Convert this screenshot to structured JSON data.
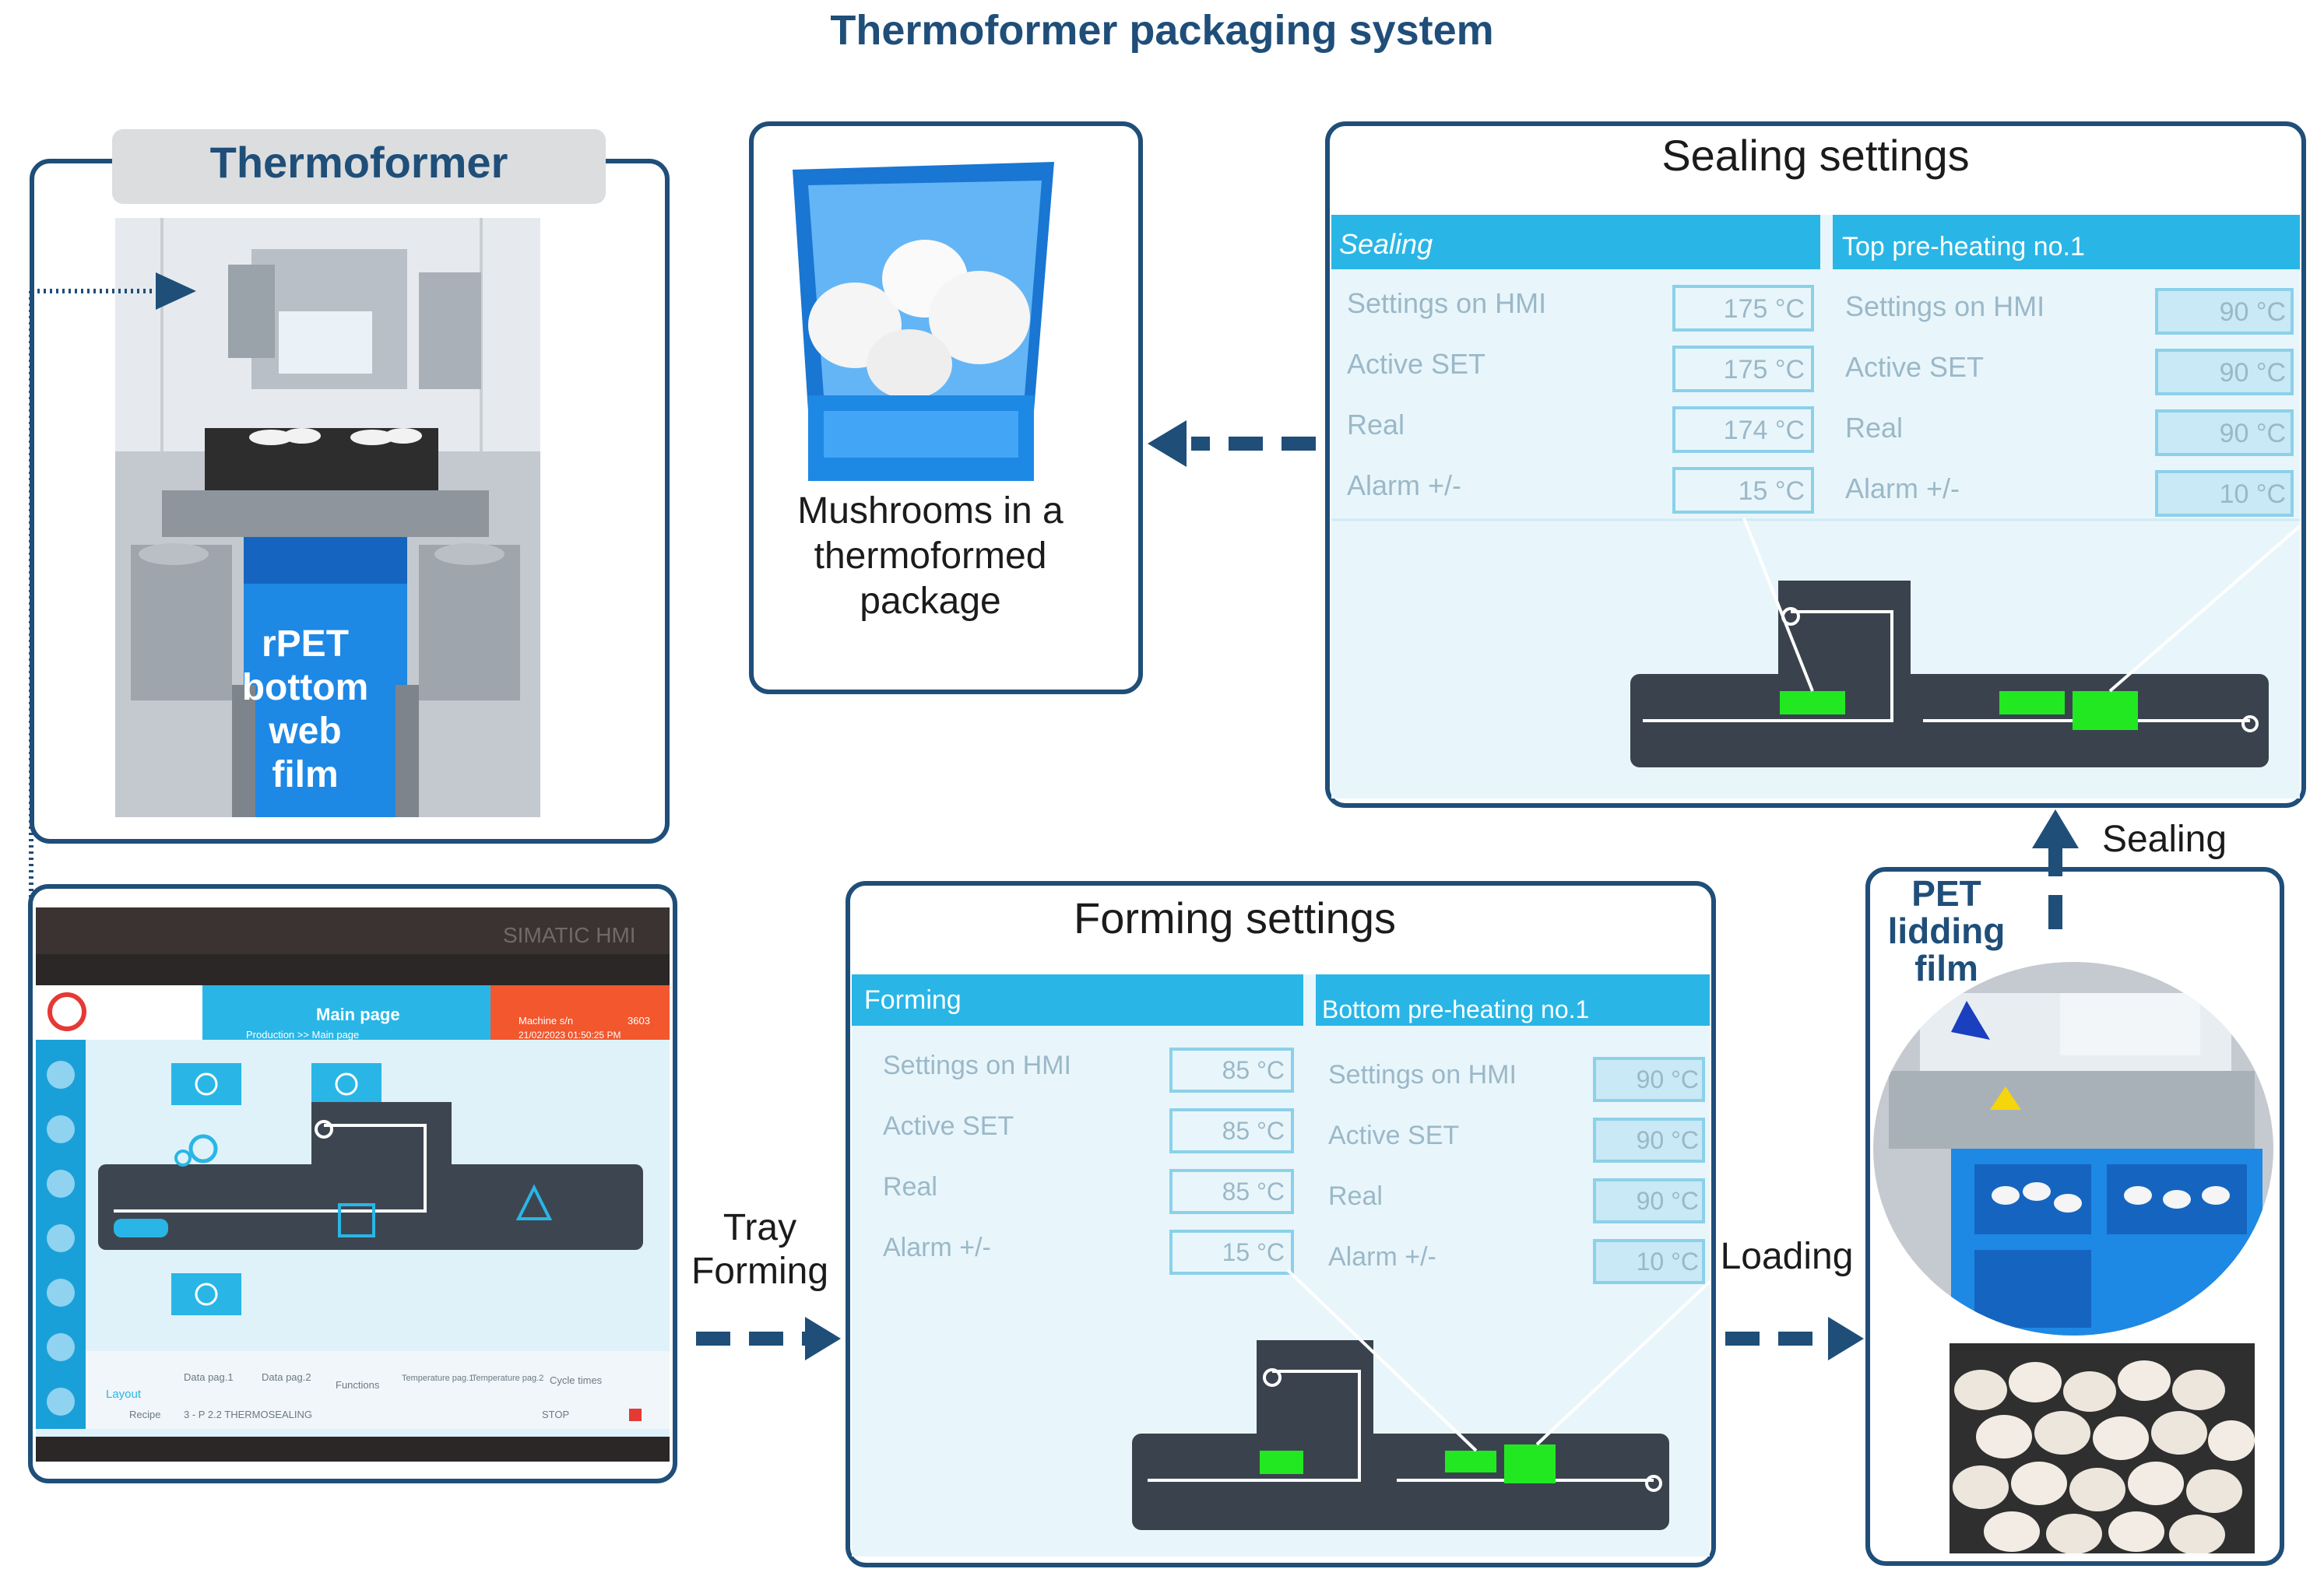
{
  "title": "Thermoformer packaging system",
  "thermoformer": {
    "heading": "Thermoformer",
    "film_label": [
      "rPET",
      "bottom",
      "web",
      "film"
    ]
  },
  "package": {
    "caption": [
      "Mushrooms in a",
      "thermoformed",
      "package"
    ]
  },
  "sealing_settings": {
    "heading": "Sealing settings",
    "left_header": "Sealing",
    "right_header": "Top pre-heating no.1",
    "rows": [
      {
        "label": "Settings on HMI",
        "left": "175 °C",
        "right": "90 °C"
      },
      {
        "label": "Active SET",
        "left": "175 °C",
        "right": "90 °C"
      },
      {
        "label": "Real",
        "left": "174 °C",
        "right": "90 °C"
      },
      {
        "label": "Alarm +/-",
        "left": "15 °C",
        "right": "10 °C"
      }
    ]
  },
  "forming_settings": {
    "heading": "Forming settings",
    "left_header": "Forming",
    "right_header": "Bottom pre-heating no.1",
    "rows": [
      {
        "label": "Settings on HMI",
        "left": "85 °C",
        "right": "90 °C"
      },
      {
        "label": "Active SET",
        "left": "85 °C",
        "right": "90 °C"
      },
      {
        "label": "Real",
        "left": "85 °C",
        "right": "90 °C"
      },
      {
        "label": "Alarm +/-",
        "left": "15 °C",
        "right": "10 °C"
      }
    ]
  },
  "hmi_screen": {
    "brand": "SIMATIC HMI",
    "page_title": "Main page",
    "breadcrumb": "Production >> Main page",
    "machine": "Machine s/n",
    "serial": "3603",
    "datetime": "21/02/2023 01:50:25 PM",
    "tabs": [
      "Layout",
      "Data pag.1",
      "Data pag.2",
      "Functions",
      "Temperature pag.1",
      "Temperature pag.2",
      "Cycle times"
    ],
    "recipe_label": "Recipe",
    "recipe_value": "3 - P 2.2 THERMOSEALING",
    "status": "STOP"
  },
  "loading": {
    "film_label": [
      "PET",
      "lidding",
      "film"
    ]
  },
  "flow_labels": {
    "tray_forming": [
      "Tray",
      "Forming"
    ],
    "loading": "Loading",
    "sealing": "Sealing"
  },
  "colors": {
    "primary": "#1f4e79",
    "hmi_header": "#29b6e6",
    "hmi_bg": "#eaf7fb",
    "green": "#22e822",
    "tray_blue": "#1e8fe0"
  }
}
